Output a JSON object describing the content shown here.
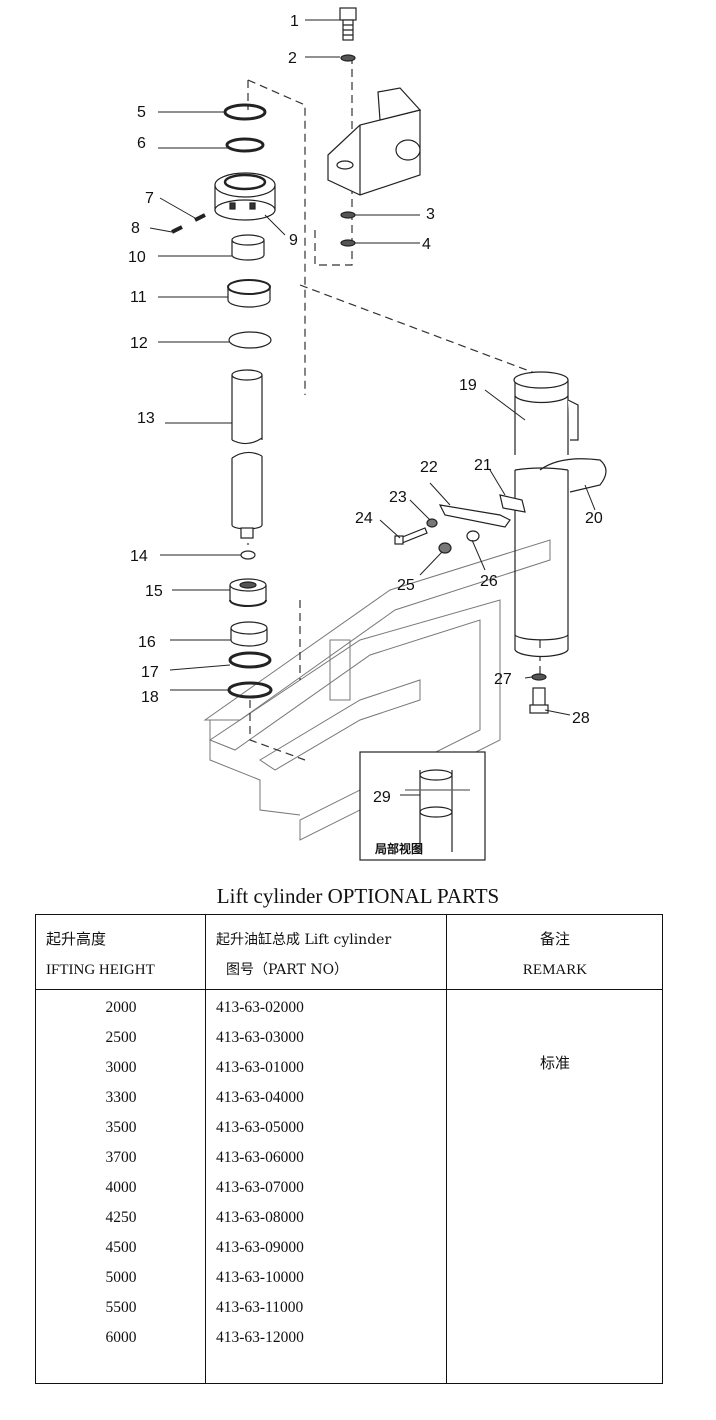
{
  "diagram": {
    "callouts": [
      "1",
      "2",
      "3",
      "4",
      "5",
      "6",
      "7",
      "8",
      "9",
      "10",
      "11",
      "12",
      "13",
      "14",
      "15",
      "16",
      "17",
      "18",
      "19",
      "20",
      "21",
      "22",
      "23",
      "24",
      "25",
      "26",
      "27",
      "28",
      "29"
    ],
    "inset_caption": "局部视图"
  },
  "table": {
    "title": "Lift cylinder OPTIONAL PARTS",
    "headers": {
      "height_cn": "起升高度",
      "height_en": "IFTING HEIGHT",
      "part_cn": "起升油缸总成  Lift cylinder",
      "part_en": "图号（PART NO）",
      "remark_cn": "备注",
      "remark_en": "REMARK"
    },
    "rows": [
      {
        "height": "2000",
        "part_no": "413-63-02000"
      },
      {
        "height": "2500",
        "part_no": "413-63-03000"
      },
      {
        "height": "3000",
        "part_no": "413-63-01000"
      },
      {
        "height": "3300",
        "part_no": "413-63-04000"
      },
      {
        "height": "3500",
        "part_no": "413-63-05000"
      },
      {
        "height": "3700",
        "part_no": "413-63-06000"
      },
      {
        "height": "4000",
        "part_no": "413-63-07000"
      },
      {
        "height": "4250",
        "part_no": "413-63-08000"
      },
      {
        "height": "4500",
        "part_no": "413-63-09000"
      },
      {
        "height": "5000",
        "part_no": "413-63-10000"
      },
      {
        "height": "5500",
        "part_no": "413-63-11000"
      },
      {
        "height": "6000",
        "part_no": "413-63-12000"
      }
    ],
    "remark_value": "标准"
  }
}
